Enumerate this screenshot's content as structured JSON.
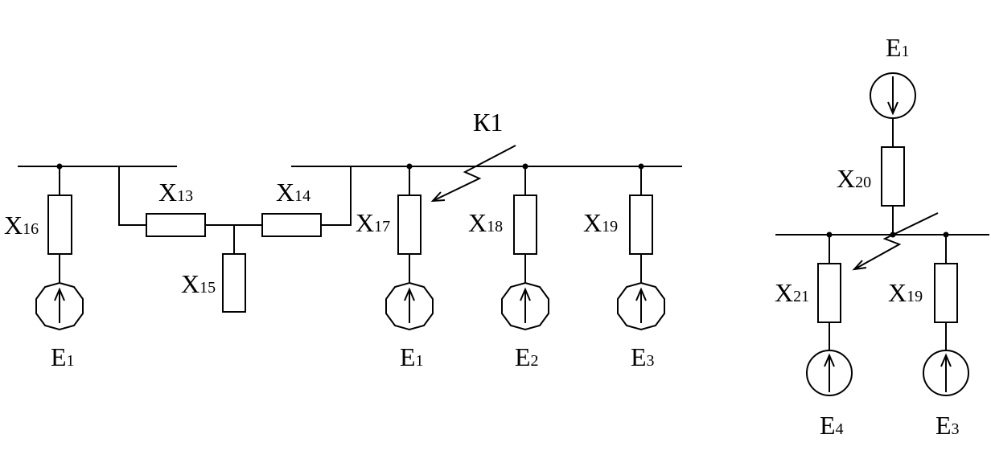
{
  "left_scheme": {
    "fault_label": "К1",
    "elements": [
      {
        "key": "x16",
        "letter": "X",
        "sub": "16"
      },
      {
        "key": "x13",
        "letter": "X",
        "sub": "13"
      },
      {
        "key": "x14",
        "letter": "X",
        "sub": "14"
      },
      {
        "key": "x15",
        "letter": "X",
        "sub": "15"
      },
      {
        "key": "x17",
        "letter": "X",
        "sub": "17"
      },
      {
        "key": "x18",
        "letter": "X",
        "sub": "18"
      },
      {
        "key": "x19",
        "letter": "X",
        "sub": "19"
      }
    ],
    "sources": [
      {
        "key": "e1a",
        "letter": "E",
        "sub": "1"
      },
      {
        "key": "e1b",
        "letter": "E",
        "sub": "1"
      },
      {
        "key": "e2",
        "letter": "E",
        "sub": "2"
      },
      {
        "key": "e3",
        "letter": "E",
        "sub": "3"
      }
    ]
  },
  "right_scheme": {
    "elements": [
      {
        "key": "x20",
        "letter": "X",
        "sub": "20"
      },
      {
        "key": "x21",
        "letter": "X",
        "sub": "21"
      },
      {
        "key": "x19",
        "letter": "X",
        "sub": "19"
      }
    ],
    "sources": [
      {
        "key": "e1",
        "letter": "E",
        "sub": "1"
      },
      {
        "key": "e4",
        "letter": "E",
        "sub": "4"
      },
      {
        "key": "e3",
        "letter": "E",
        "sub": "3"
      }
    ]
  }
}
